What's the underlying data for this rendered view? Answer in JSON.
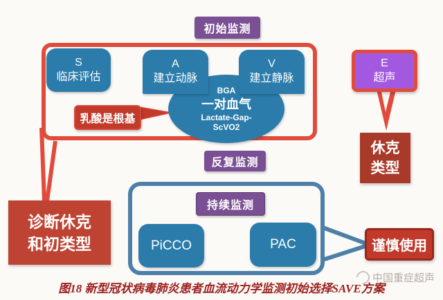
{
  "figure": {
    "caption": "图18  新型冠状病毒肺炎患者血流动力学监测初始选择SAVE方案",
    "watermark": "中国重症超声"
  },
  "stages": {
    "initial": "初始监测",
    "repeat": "反复监测",
    "continuous": "持续监测"
  },
  "save": {
    "s": {
      "letter": "S",
      "label": "临床评估"
    },
    "a": {
      "letter": "A",
      "label": "建立动脉"
    },
    "v": {
      "letter": "V",
      "label": "建立静脉"
    },
    "e": {
      "letter": "E",
      "label": "超声"
    }
  },
  "bga": {
    "abbr": "BGA",
    "title": "一对血气",
    "sub1": "Lactate-Gap-",
    "sub2": "ScVO2"
  },
  "notes": {
    "lactate": "乳酸是根基",
    "diagnose_line1": "诊断休克",
    "diagnose_line2": "和初类型",
    "shock_line1": "休克",
    "shock_line2": "类型",
    "caution": "谨慎使用"
  },
  "devices": {
    "picco": "PiCCO",
    "pac": "PAC"
  },
  "colors": {
    "blue_box": "#2b7cab",
    "blue_frame": "#4d7fa8",
    "purple_stage": "#7a4f93",
    "violet_e": "#a259e0",
    "red_bright": "#e04b3c",
    "red_callout": "#c13a2a",
    "red_diagnose": "#bf4332",
    "red_shock": "#a93a29",
    "caption_red": "#9b1f1c"
  }
}
